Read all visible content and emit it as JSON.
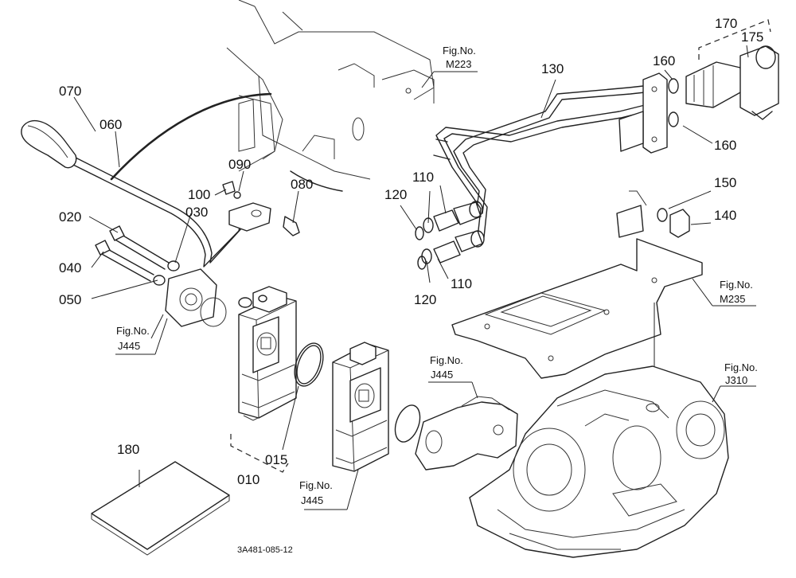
{
  "callouts": {
    "c010": "010",
    "c015": "015",
    "c020": "020",
    "c030": "030",
    "c040": "040",
    "c050": "050",
    "c060": "060",
    "c070": "070",
    "c080": "080",
    "c090": "090",
    "c100": "100",
    "c110a": "110",
    "c110b": "110",
    "c120a": "120",
    "c120b": "120",
    "c130": "130",
    "c140": "140",
    "c150": "150",
    "c160a": "160",
    "c160b": "160",
    "c170": "170",
    "c175": "175",
    "c180": "180"
  },
  "figure_refs": {
    "fig_label": "Fig.No.",
    "m223": "M223",
    "m235": "M235",
    "j445_left": "J445",
    "j445_mid": "J445",
    "j445_bottom": "J445",
    "j310": "J310"
  },
  "drawing_code": "3A481-085-12"
}
